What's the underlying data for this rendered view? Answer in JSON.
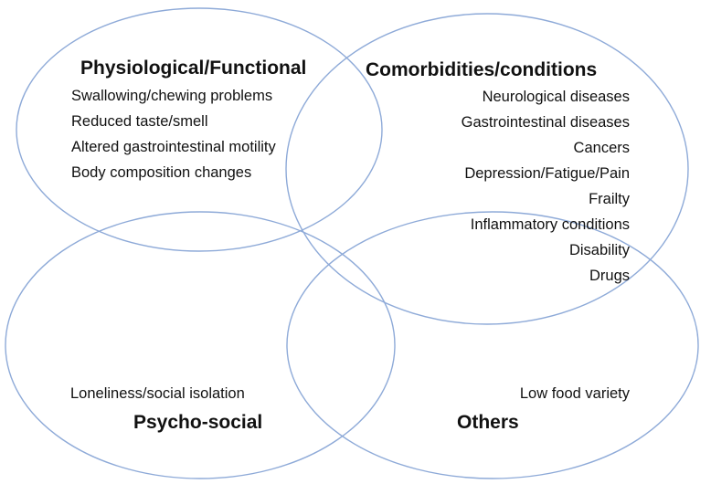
{
  "diagram": {
    "sets": {
      "physiological": {
        "title": "Physiological/Functional",
        "items": [
          "Swallowing/chewing problems",
          "Reduced taste/smell",
          "Altered gastrointestinal motility",
          "Body composition changes"
        ]
      },
      "comorbidities": {
        "title": "Comorbidities/conditions",
        "items": [
          "Neurological diseases",
          "Gastrointestinal diseases",
          "Cancers",
          "Depression/Fatigue/Pain",
          "Frailty",
          "Inflammatory conditions",
          "Disability",
          "Drugs"
        ]
      },
      "psychosocial": {
        "title": "Psycho-social",
        "items": [
          "Loneliness/social isolation"
        ]
      },
      "others": {
        "title": "Others",
        "items": [
          "Low food variety"
        ]
      }
    }
  },
  "colors": {
    "circle_stroke": "#8eaad8",
    "text": "#111111",
    "background": "#ffffff"
  }
}
